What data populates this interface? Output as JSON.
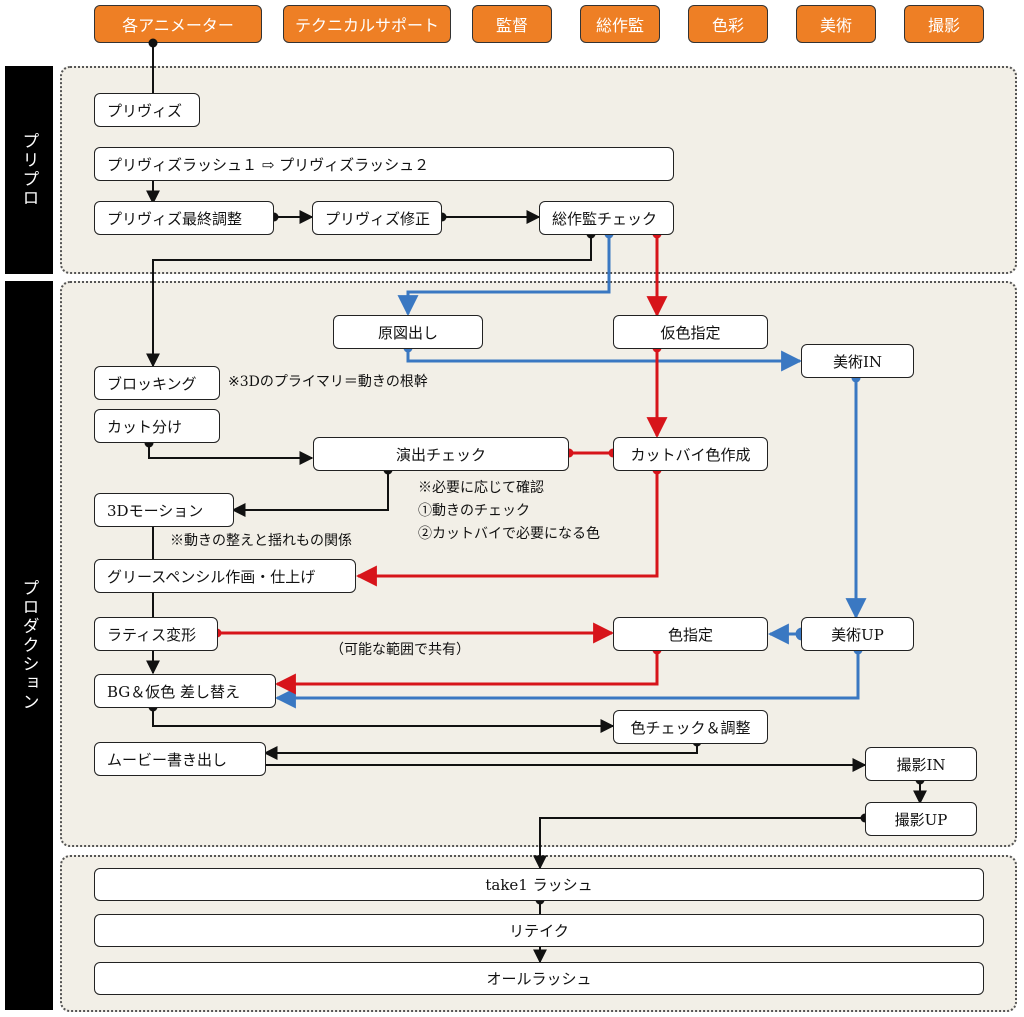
{
  "headers": [
    "各アニメーター",
    "テクニカルサポート",
    "監督",
    "総作監",
    "色彩",
    "美術",
    "撮影"
  ],
  "sections": {
    "pre": "プリプロ",
    "prod": "プロダクション"
  },
  "nodes": {
    "previz": "プリヴィズ",
    "previz_rush": "プリヴィズラッシュ１ ⇨ プリヴィズラッシュ２",
    "previz_final": "プリヴィズ最終調整",
    "previz_fix": "プリヴィズ修正",
    "sakkan_check": "総作監チェック",
    "genzu": "原図出し",
    "karishoku": "仮色指定",
    "bijutsu_in": "美術IN",
    "blocking": "ブロッキング",
    "cut_wake": "カット分け",
    "enshutsu": "演出チェック",
    "cutbyshoku": "カットバイ色作成",
    "motion3d": "3Dモーション",
    "grease": "グリースペンシル作画・仕上げ",
    "lattice": "ラティス変形",
    "shitei": "色指定",
    "bijutsu_up": "美術UP",
    "bg_swap": "BG＆仮色 差し替え",
    "color_check": "色チェック＆調整",
    "movie_out": "ムービー書き出し",
    "satsuei_in": "撮影IN",
    "satsuei_up": "撮影UP",
    "take1": "take1 ラッシュ",
    "retake": "リテイク",
    "all_rush": "オールラッシュ"
  },
  "notes": {
    "blocking": "※3Dのプライマリ＝動きの根幹",
    "enshutsu_1": "※必要に応じて確認",
    "enshutsu_2": "①動きのチェック",
    "enshutsu_3": "②カットバイで必要になる色",
    "motion": "※動きの整えと揺れもの関係",
    "kyoyu": "（可能な範囲で共有）"
  },
  "colors": {
    "header": "#ee7f25",
    "panel": "#f2efe7",
    "red": "#d7141a",
    "blue": "#3a78c2",
    "black": "#111111"
  }
}
